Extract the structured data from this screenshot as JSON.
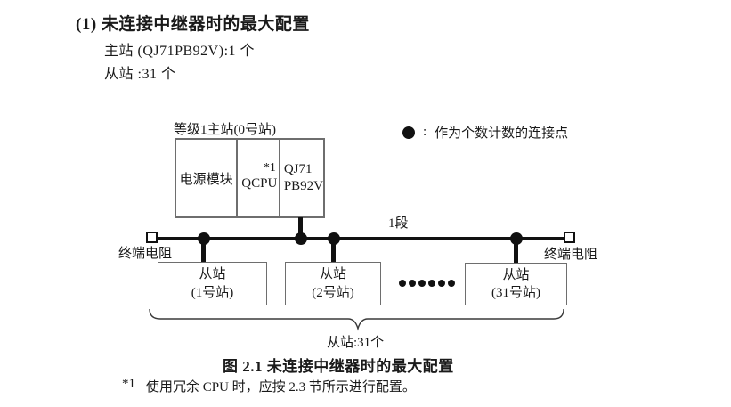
{
  "colors": {
    "line": "#111111",
    "box_border": "#6e6e6e",
    "text": "#1a1a1a",
    "background": "#ffffff"
  },
  "header": {
    "title": "(1) 未连接中继器时的最大配置",
    "master_line": "主站 (QJ71PB92V):1 个",
    "slave_line": "从站 :31 个"
  },
  "diagram": {
    "master_station_label": "等级1主站(0号站)",
    "master_cells": {
      "power": "电源模块",
      "cpu": "QCPU",
      "cpu_note": "*1",
      "pb_line1": "QJ71",
      "pb_line2": "PB92V"
    },
    "legend": {
      "colon": ":",
      "label": "作为个数计数的连接点"
    },
    "segment_label": "1段",
    "terminator_left": "终端电阻",
    "terminator_right": "终端电阻",
    "slaves": [
      {
        "line1": "从站",
        "line2": "(1号站)"
      },
      {
        "line1": "从站",
        "line2": "(2号站)"
      },
      {
        "line1": "从站",
        "line2": "(31号站)"
      }
    ],
    "brace_label": "从站:31个"
  },
  "caption": "图 2.1 未连接中继器时的最大配置",
  "footnote": {
    "marker": "*1",
    "text": "使用冗余 CPU 时，应按 2.3 节所示进行配置。"
  }
}
